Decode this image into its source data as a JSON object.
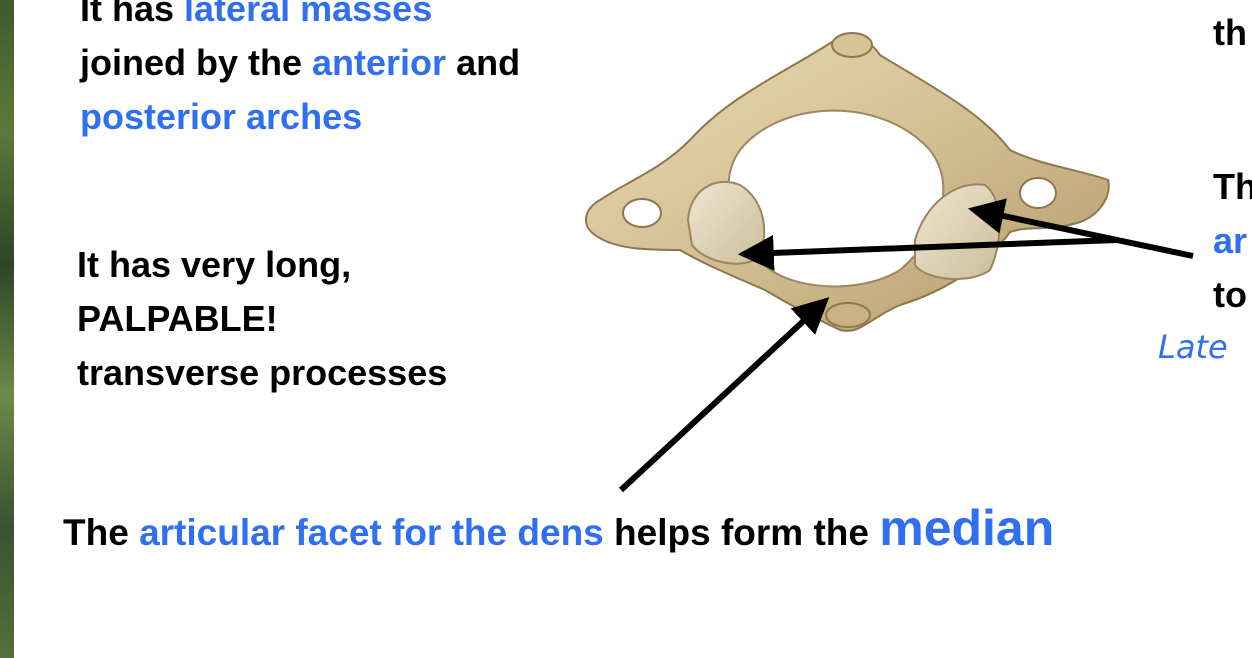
{
  "slide": {
    "top_left_text": {
      "line1_a": "It has ",
      "line1_b": "lateral masses",
      "line2_a": "joined by the ",
      "line2_b": "anterior",
      "line2_c": " and",
      "line3": "posterior arches"
    },
    "mid_left_text": {
      "line1": "It has very long,",
      "line2": "PALPABLE!",
      "line3": "transverse processes"
    },
    "bottom_text": {
      "part1": "The ",
      "part2": "articular facet for the dens",
      "part3": " helps form the ",
      "part4": "median"
    },
    "right_text": {
      "top_fragment": "th",
      "mid_fragment1": "Th",
      "mid_fragment2": "ar",
      "mid_fragment3": "to",
      "handwritten": "Late"
    }
  },
  "colors": {
    "accent_blue": "#2f6ff0",
    "bone": "#d8c7a0",
    "bone_shadow": "#a8926a"
  },
  "icons": {
    "figure": "atlas-vertebra-illustration",
    "arrows": "pointer-arrow"
  }
}
